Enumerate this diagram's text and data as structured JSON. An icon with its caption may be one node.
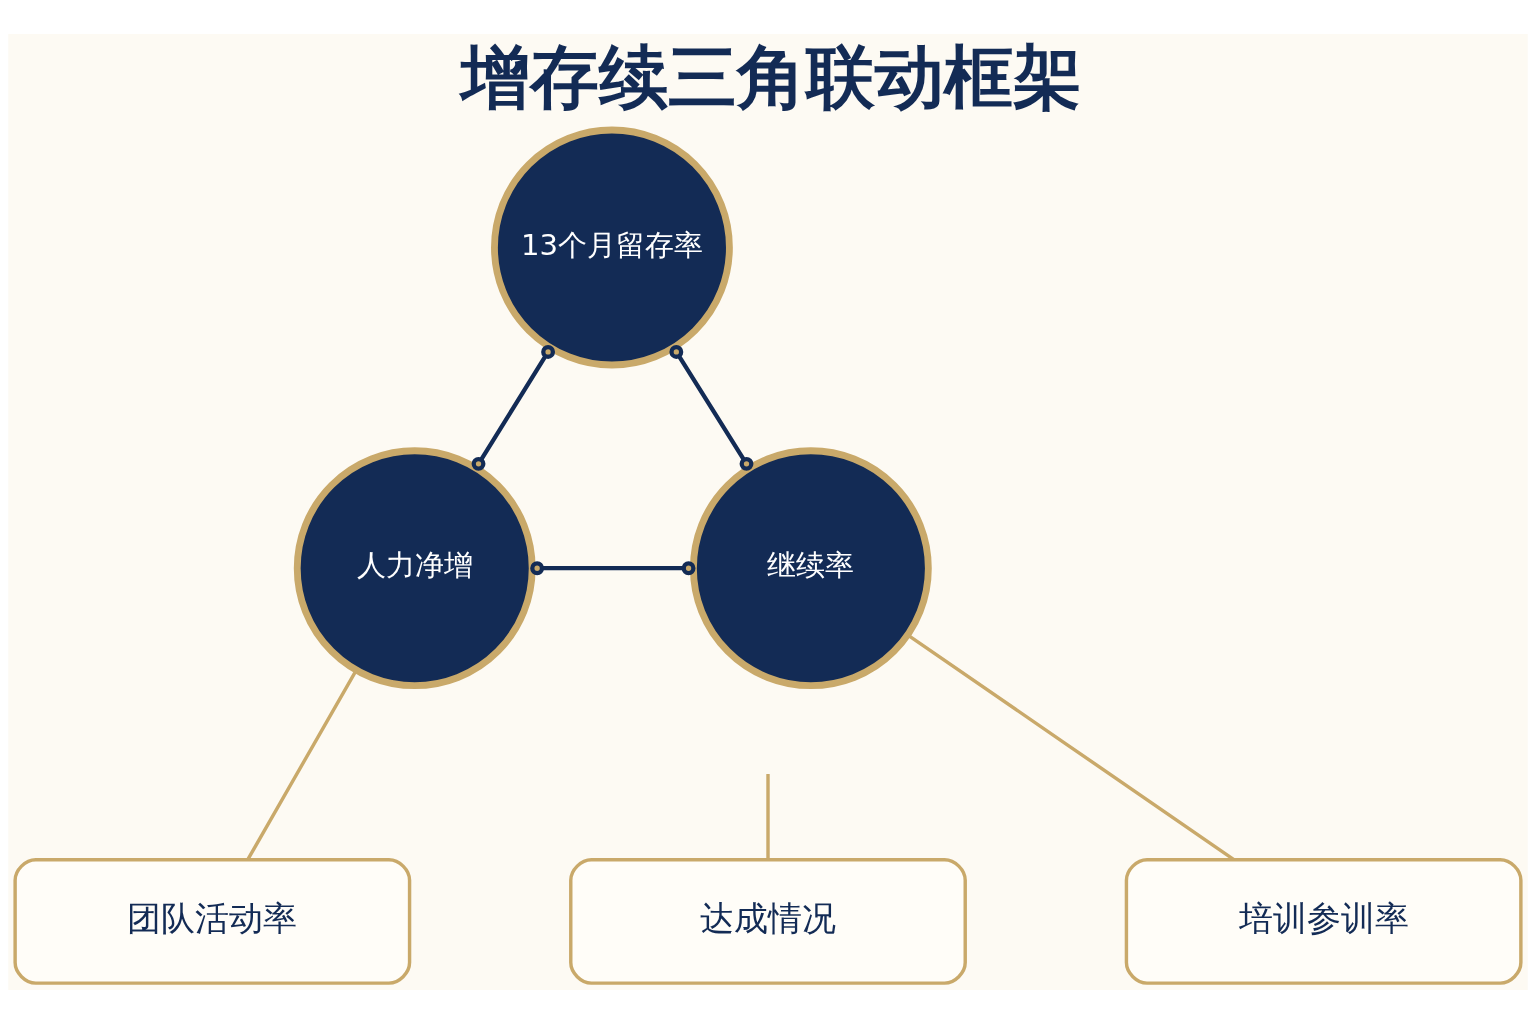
{
  "diagram": {
    "title": "增存续三角联动框架",
    "nodes": [
      {
        "text": [
          "13个月留存率"
        ]
      },
      {
        "text": [
          "人力净增"
        ]
      },
      {
        "text": [
          "继续率"
        ]
      },
      {
        "text": [
          "团队活动率"
        ]
      },
      {
        "text": [
          "达成情况"
        ]
      },
      {
        "text": [
          "培训参训率"
        ]
      }
    ],
    "edges": [
      {
        "from": 0,
        "to": 1,
        "arrow": "other"
      },
      {
        "from": 0,
        "to": 2,
        "arrow": "other"
      },
      {
        "from": 1,
        "to": 2,
        "arrow": "other"
      },
      {
        "from": 1,
        "to": 3,
        "arrow": "none",
        "color": "#c9a96a"
      },
      {
        "from": null,
        "to": 4,
        "arrow": "none",
        "color": "#c9a96a"
      },
      {
        "from": 2,
        "to": 5,
        "arrow": "none",
        "color": "#c9a96a"
      }
    ]
  }
}
